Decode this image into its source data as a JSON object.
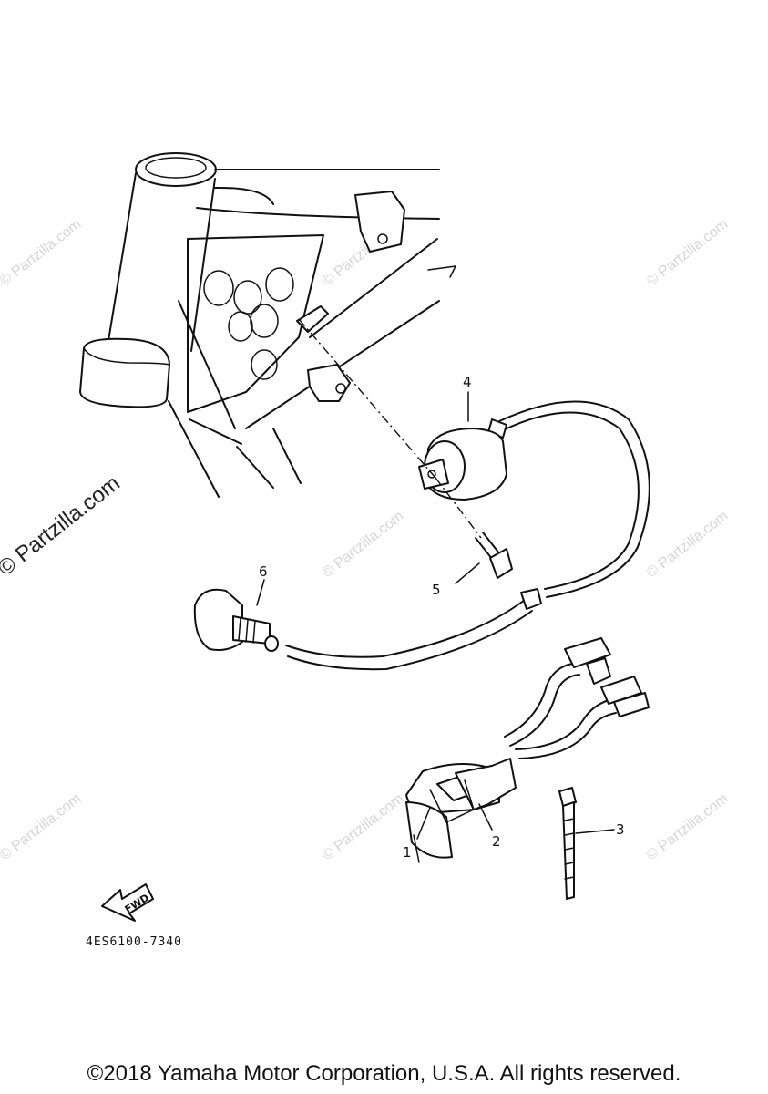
{
  "diagram": {
    "callouts": [
      "1",
      "2",
      "3",
      "4",
      "5",
      "6"
    ],
    "fwd_label": "FWD",
    "drawing_code": "4ES6100-7340"
  },
  "watermark": {
    "text": "© Partzilla.com"
  },
  "footer": {
    "copyright": "©2018 Yamaha Motor Corporation, U.S.A. All rights reserved."
  }
}
